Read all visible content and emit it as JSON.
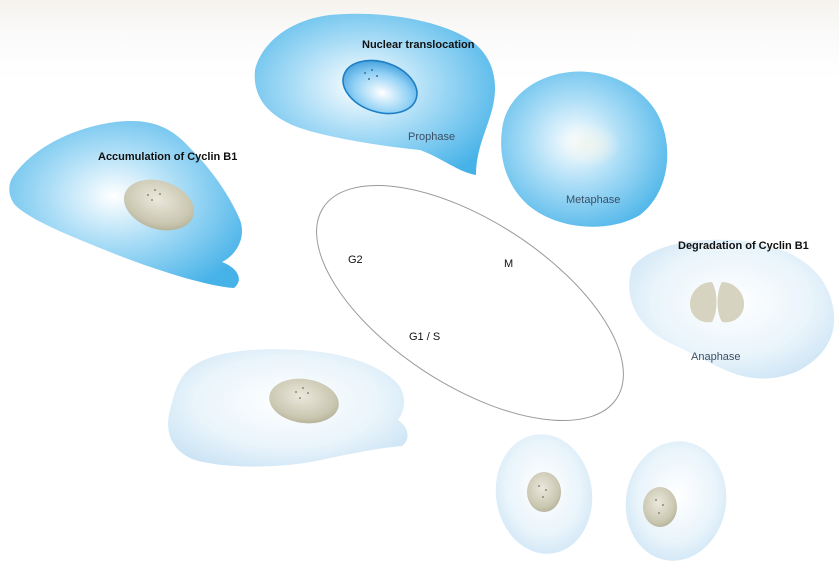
{
  "annotations": {
    "nuclear_translocation": "Nuclear translocation",
    "accumulation": "Accumulation of Cyclin B1",
    "degradation": "Degradation of Cyclin B1"
  },
  "phases": {
    "prophase": "Prophase",
    "metaphase": "Metaphase",
    "anaphase": "Anaphase"
  },
  "cycle": {
    "g2": "G2",
    "m": "M",
    "g1s": "G1 / S"
  },
  "colors": {
    "cyclin_high_cell": "#5bc0ee",
    "cyclin_low_cell": "#dceefa",
    "nucleus": "#c9c6b0",
    "nucleus_translocated": "#2f95d8",
    "cycle_outline": "#9a9a9a"
  }
}
